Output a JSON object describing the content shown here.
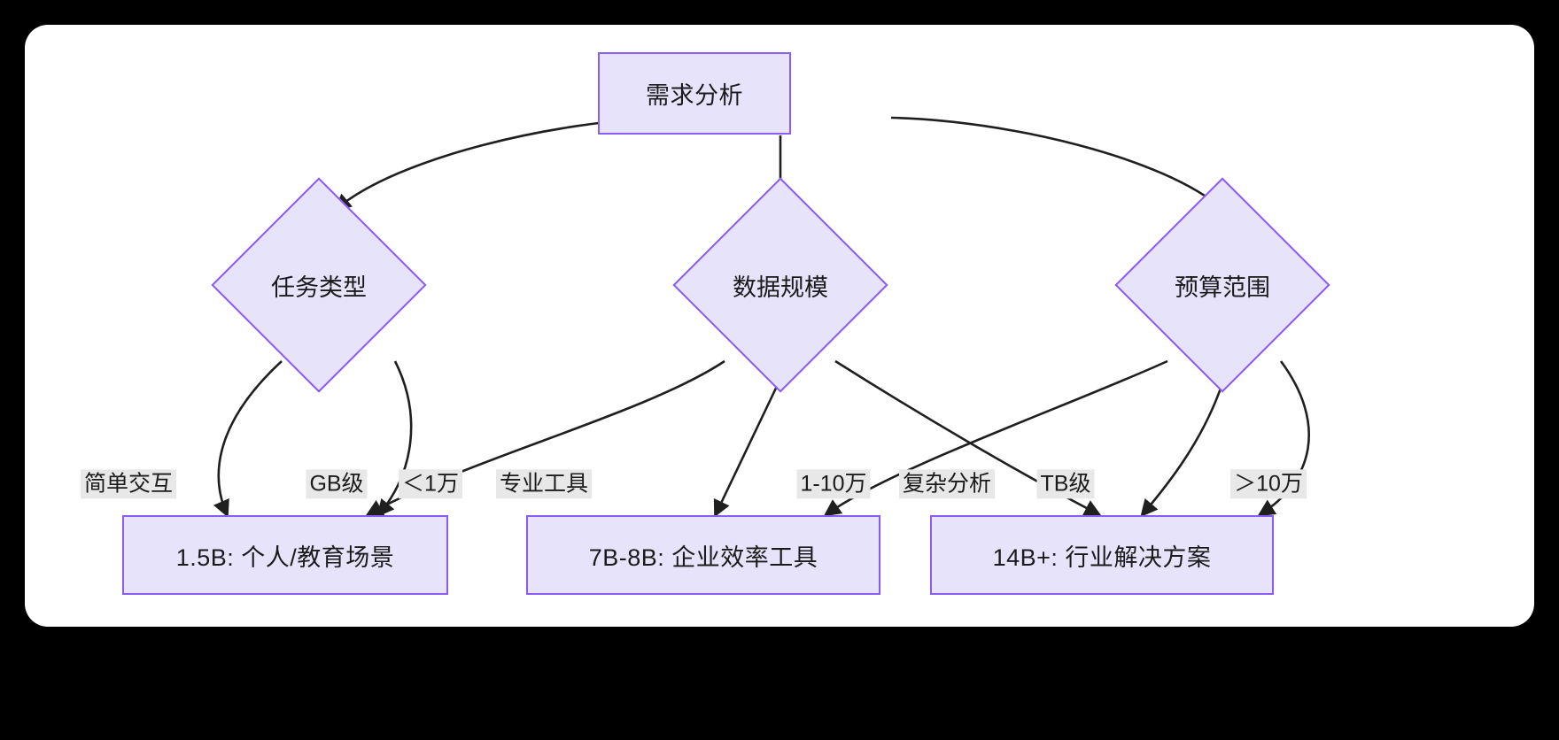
{
  "diagram": {
    "kind": "flowchart",
    "direction": "top-down",
    "theme": {
      "canvas_background": "#ffffff",
      "page_background": "#000000",
      "node_fill": "#e7e3fb",
      "node_stroke": "#8a5cf5",
      "edge_stroke": "#1f1f1f",
      "text_color": "#1b1b1b",
      "label_background": "#e8e8e8"
    },
    "nodes": {
      "root": {
        "id": "root",
        "label": "需求分析",
        "shape": "rect"
      },
      "decisions": [
        {
          "id": "task-type",
          "label": "任务类型",
          "shape": "diamond"
        },
        {
          "id": "data-scale",
          "label": "数据规模",
          "shape": "diamond"
        },
        {
          "id": "budget-range",
          "label": "预算范围",
          "shape": "diamond"
        }
      ],
      "results": [
        {
          "id": "result-small",
          "label": "1.5B: 个人/教育场景",
          "shape": "rect"
        },
        {
          "id": "result-medium",
          "label": "7B-8B: 企业效率工具",
          "shape": "rect"
        },
        {
          "id": "result-large",
          "label": "14B+: 行业解决方案",
          "shape": "rect"
        }
      ]
    },
    "edge_labels": [
      {
        "id": "simple-interaction",
        "text": "简单交互"
      },
      {
        "id": "gb-scale",
        "text": "GB级"
      },
      {
        "id": "under-10k",
        "text": "＜1万"
      },
      {
        "id": "professional-tool",
        "text": "专业工具"
      },
      {
        "id": "10k-100k",
        "text": "1-10万"
      },
      {
        "id": "complex-analysis",
        "text": "复杂分析"
      },
      {
        "id": "tb-scale",
        "text": "TB级"
      },
      {
        "id": "over-100k",
        "text": "＞10万"
      }
    ]
  }
}
